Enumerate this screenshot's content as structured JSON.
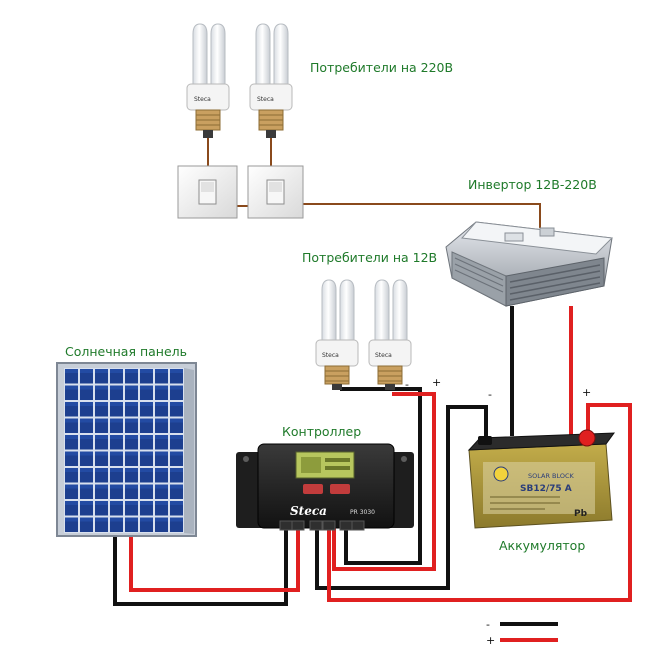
{
  "labels": {
    "consumers_220": "Потребители на 220В",
    "inverter": "Инвертор 12В-220В",
    "consumers_12": "Потребители на 12В",
    "solar_panel": "Солнечная панель",
    "controller": "Контроллер",
    "battery": "Аккумулятор"
  },
  "controller_face": {
    "brand": "Steca",
    "model": "PR 3030"
  },
  "battery_face": {
    "line1": "SOLAR BLOCK",
    "line2": "SB12/75 A",
    "pb": "Pb"
  },
  "bulb_brand": "Steca",
  "polarity": {
    "minus": "-",
    "plus": "+"
  },
  "legend": [
    {
      "sign": "-",
      "color": "#111111"
    },
    {
      "sign": "+",
      "color": "#e02020"
    }
  ],
  "colors": {
    "negative_wire": "#111111",
    "positive_wire": "#e02020",
    "ac_wire": "#8a4a1c",
    "label_green": "#1f7a2a",
    "panel_blue": "#1d3f8f"
  }
}
